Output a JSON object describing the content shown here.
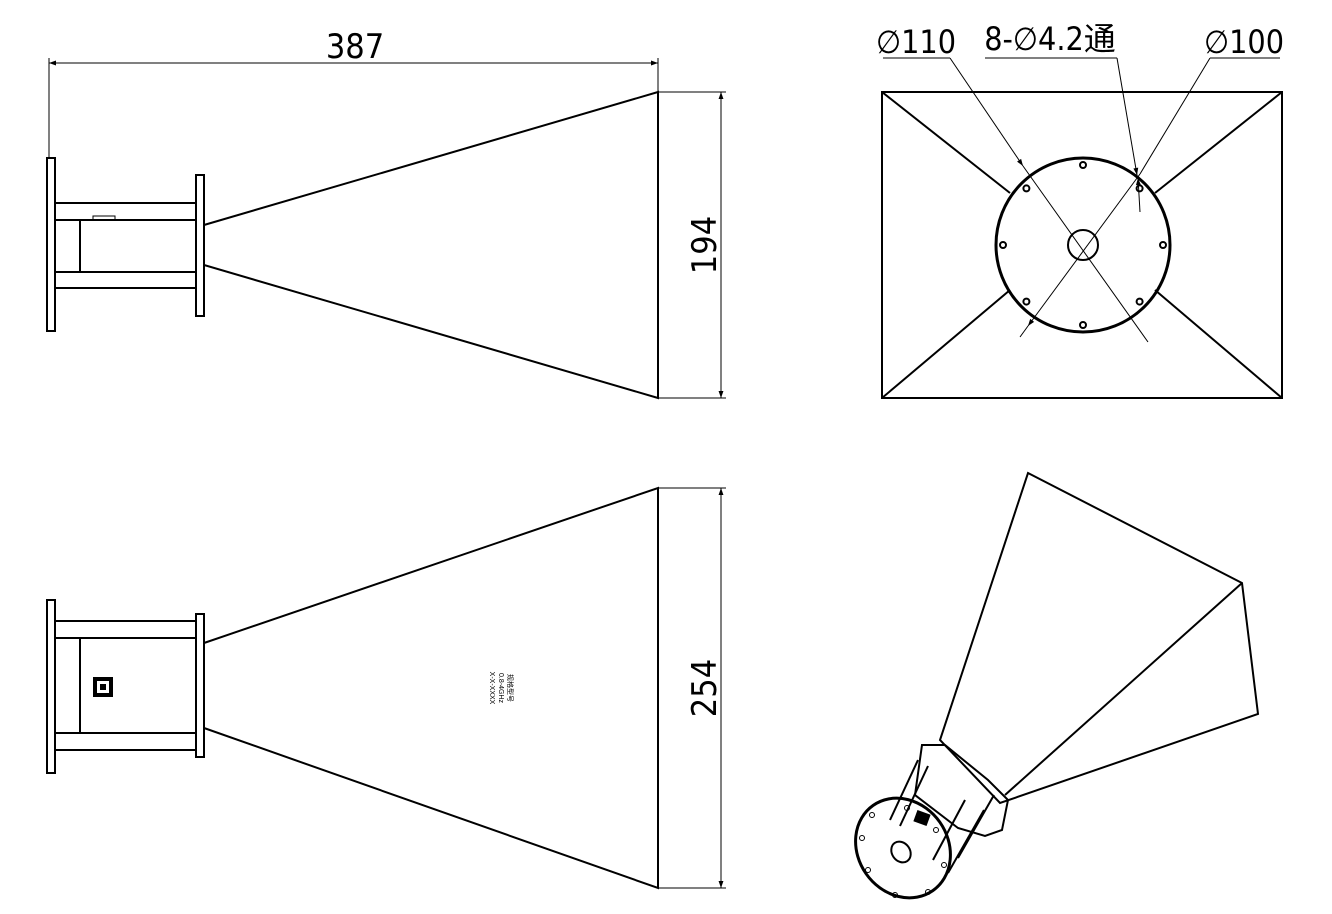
{
  "dimensions": {
    "length": "387",
    "height_side": "194",
    "height_top": "254",
    "outer_dia": "∅110",
    "inner_dia": "∅100",
    "holes": "8-∅4.2通"
  },
  "nameplate": {
    "line1": "规格型号",
    "line2": "0.8-4GHz",
    "line3": "X-X-XXXX"
  },
  "colors": {
    "line": "#000000",
    "background": "#ffffff"
  }
}
